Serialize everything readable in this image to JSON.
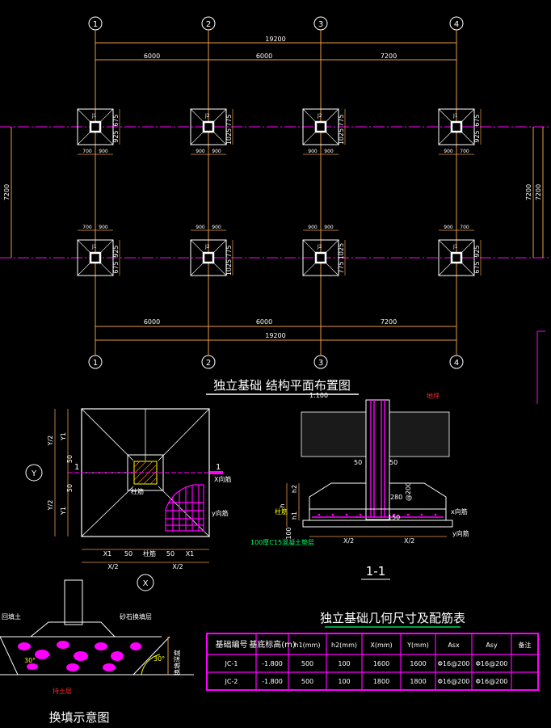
{
  "plan": {
    "axes": [
      "1",
      "2",
      "3",
      "4"
    ],
    "overall": "19200",
    "spans": [
      "6000",
      "6000",
      "7200"
    ],
    "side_span": "7200",
    "foundation_labels": [
      "J1",
      "J2",
      "J2",
      "J1",
      "J1",
      "J2",
      "J2",
      "J1"
    ],
    "top_dims": [
      {
        "a": "925",
        "b": "675",
        "h1": "700",
        "h2": "900"
      },
      {
        "a": "1025",
        "b": "775",
        "h1": "900",
        "h2": "900"
      },
      {
        "a": "1025",
        "b": "775",
        "h1": "900",
        "h2": "900"
      },
      {
        "a": "925",
        "b": "675",
        "h1": "900",
        "h2": "700"
      }
    ],
    "bottom_dims": [
      {
        "a": "675",
        "b": "925",
        "h1": "700",
        "h2": "900"
      },
      {
        "a": "1025",
        "b": "775",
        "h1": "900",
        "h2": "900"
      },
      {
        "a": "775",
        "b": "1025",
        "h1": "900",
        "h2": "900"
      },
      {
        "a": "675",
        "b": "925",
        "h1": "900",
        "h2": "700"
      }
    ],
    "title": "独立基础 结构平面布置图"
  },
  "detail_plan": {
    "y_half": "Y/2",
    "y1": "Y1",
    "x_half": "X/2",
    "x1": "X1",
    "fifty": "50",
    "zhujin": "柱筋",
    "axis_y": "Y",
    "axis_x": "X",
    "section_mark": "1",
    "xrebar": "X向筋",
    "yrebar": "y向筋"
  },
  "section": {
    "scale": "1:100",
    "label": "1-1",
    "ground_label": "地坪",
    "h_labels": [
      "h2",
      "h",
      "h1"
    ],
    "fifty": "50",
    "dim_280": "280",
    "col_rebar": "@200",
    "dim_150": "150",
    "x_rebar": "x向筋",
    "y_rebar": "y向筋",
    "cushion": "100厚C15混凝土垫层",
    "zhujin": "柱筋",
    "x_half": "X/2",
    "hundred": "100"
  },
  "backfill": {
    "caption": "换填示意图",
    "label_fill": "回填土",
    "label_sand": "砂石换填层",
    "label_soil": "持土层",
    "label_depth": "换填深度",
    "angle": "30°"
  },
  "table": {
    "title": "独立基础几何尺寸及配筋表",
    "headers": [
      "基础编号",
      "基底标高(m)",
      "h1(mm)",
      "h2(mm)",
      "X(mm)",
      "Y(mm)",
      "Asx",
      "Asy",
      "备注"
    ],
    "rows": [
      [
        "JC-1",
        "-1.800",
        "500",
        "100",
        "1600",
        "1600",
        "Φ16@200",
        "Φ16@200",
        ""
      ],
      [
        "JC-2",
        "-1.800",
        "500",
        "100",
        "1800",
        "1800",
        "Φ16@200",
        "Φ16@200",
        ""
      ]
    ]
  },
  "colors": {
    "dim": "#e89a45",
    "axis": "#ff00ff",
    "white": "#ffffff",
    "hatch": "#ff00ff",
    "yellow": "#ffff00",
    "green": "#00ff66",
    "red": "#ff2a2a"
  }
}
